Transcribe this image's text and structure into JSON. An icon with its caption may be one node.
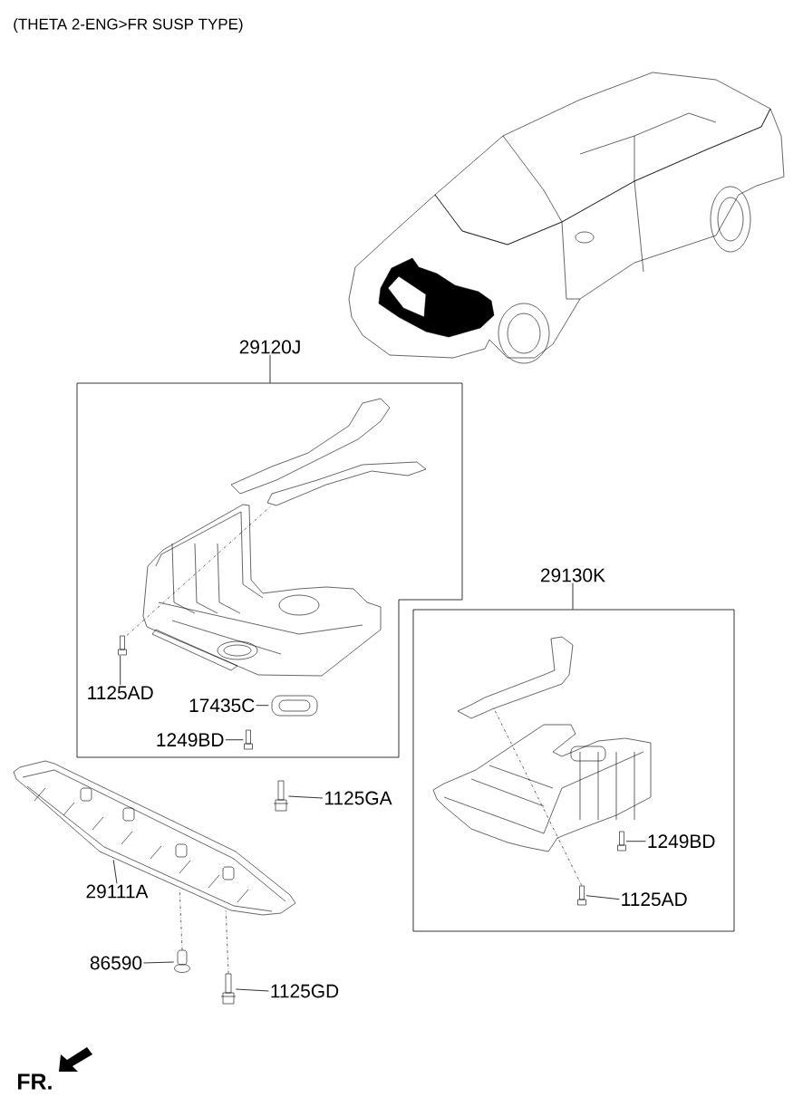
{
  "diagram": {
    "title": "(THETA 2-ENG>FR SUSP TYPE)",
    "nodes": [
      {
        "text": [
          "29120J"
        ]
      },
      {
        "text": [],
        "shape": "box"
      },
      {
        "text": [],
        "shape": "picture",
        "in": 1
      },
      {
        "text": [
          "1125AD"
        ],
        "in": 1
      },
      {
        "text": [],
        "shape": "picture",
        "in": 1
      },
      {
        "text": [
          "17435C"
        ],
        "in": 1
      },
      {
        "text": [],
        "shape": "picture",
        "in": 1
      },
      {
        "text": [
          "1249BD"
        ],
        "in": 1
      },
      {
        "text": [],
        "shape": "picture",
        "in": 1
      },
      {
        "text": [
          "29130K"
        ]
      },
      {
        "text": [],
        "shape": "box"
      },
      {
        "text": [],
        "shape": "picture",
        "in": 10
      },
      {
        "text": [
          "1249BD"
        ],
        "in": 10
      },
      {
        "text": [],
        "shape": "picture",
        "in": 10
      },
      {
        "text": [
          "1125AD"
        ],
        "in": 10
      },
      {
        "text": [],
        "shape": "picture",
        "in": 10
      },
      {
        "text": [
          "1125GA"
        ]
      },
      {
        "text": [],
        "shape": "picture"
      },
      {
        "text": [
          "29111A"
        ]
      },
      {
        "text": [],
        "shape": "picture"
      },
      {
        "text": [
          "86590"
        ]
      },
      {
        "text": [],
        "shape": "picture"
      },
      {
        "text": [
          "1125GD"
        ]
      },
      {
        "text": [],
        "shape": "picture"
      }
    ],
    "edges": [
      {
        "from": 0,
        "to": 1,
        "arrow": "none"
      },
      {
        "from": 3,
        "to": 4,
        "arrow": "none"
      },
      {
        "from": 4,
        "to": 2,
        "arrow": "none",
        "style": "dashed"
      },
      {
        "from": 5,
        "to": 6,
        "arrow": "none"
      },
      {
        "from": 7,
        "to": 8,
        "arrow": "none"
      },
      {
        "from": 9,
        "to": 10,
        "arrow": "none"
      },
      {
        "from": 12,
        "to": 13,
        "arrow": "none"
      },
      {
        "from": 14,
        "to": 15,
        "arrow": "none"
      },
      {
        "from": 15,
        "to": 11,
        "arrow": "none",
        "style": "dashed"
      },
      {
        "from": 16,
        "to": 17,
        "arrow": "none"
      },
      {
        "from": 18,
        "to": 19,
        "arrow": "none"
      },
      {
        "from": 20,
        "to": 21,
        "arrow": "none"
      },
      {
        "from": 21,
        "to": 19,
        "arrow": "none",
        "style": "dashed"
      },
      {
        "from": 22,
        "to": 23,
        "arrow": "none"
      },
      {
        "from": 23,
        "to": 19,
        "arrow": "none",
        "style": "dashed"
      }
    ],
    "labels": [
      "FR."
    ]
  }
}
